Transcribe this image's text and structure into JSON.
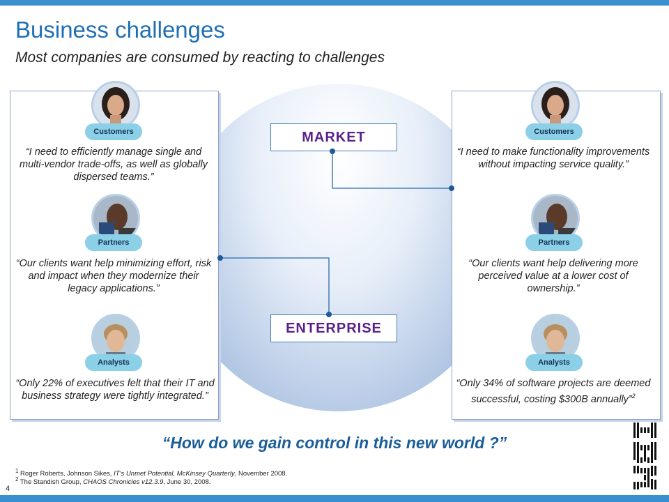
{
  "slide": {
    "title": "Business challenges",
    "subtitle": "Most companies are consumed by reacting to challenges",
    "page_number": "4"
  },
  "boxes": {
    "market": "MARKET",
    "enterprise": "ENTERPRISE"
  },
  "left_panel": [
    {
      "role": "Customers",
      "quote": "“I need to efficiently manage single and multi-vendor trade-offs,  as well as globally dispersed teams.”"
    },
    {
      "role": "Partners",
      "quote": "“Our clients want help minimizing effort, risk and impact when they modernize their legacy applications.”"
    },
    {
      "role": "Analysts",
      "quote": "“Only 22% of executives felt that their IT and business strategy were tightly integrated.”"
    }
  ],
  "right_panel": [
    {
      "role": "Customers",
      "quote": "“I need to make functionality improvements without impacting service quality.”"
    },
    {
      "role": "Partners",
      "quote": "“Our clients want help delivering more perceived value at a lower cost of ownership.”"
    },
    {
      "role": "Analysts",
      "quote": "“Only 34% of software projects are deemed successful, costing $300B annually”",
      "superscript": "2"
    }
  ],
  "question": "“How do we gain control in this new world ?”",
  "footnotes": [
    {
      "num": "1",
      "pre": "Roger Roberts, Johnson Sikes, ",
      "italic": "IT’s Unmet Potential, McKinsey Quarterly",
      "post": ", November 2008."
    },
    {
      "num": "2",
      "pre": "The Standish Group, ",
      "italic": "CHAOS Chronicles v12.3.9",
      "post": ", June 30, 2008."
    }
  ],
  "logo": "IBM",
  "colors": {
    "accent_bar": "#3a8fd0",
    "title": "#1f6fb5",
    "box_text": "#5a1f8a",
    "pill": "#8cd0e8",
    "question": "#1a5d9a"
  }
}
